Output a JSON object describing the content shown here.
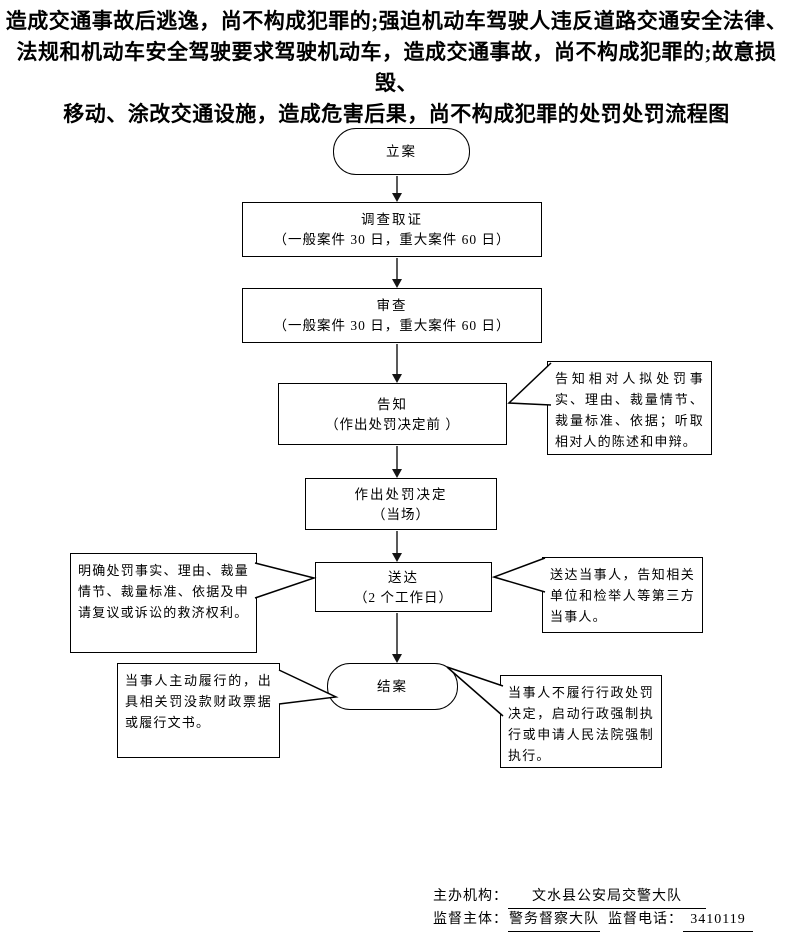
{
  "title": {
    "lines": [
      "造成交通事故后逃逸，尚不构成犯罪的;强迫机动车驾驶人违反道路交通安全法律、",
      "法规和机动车安全驾驶要求驾驶机动车，造成交通事故，尚不构成犯罪的;故意损毁、",
      "移动、涂改交通设施，造成危害后果，尚不构成犯罪的处罚处罚流程图"
    ]
  },
  "flow": {
    "nodes": [
      {
        "id": "start",
        "shape": "stadium",
        "label": "立案",
        "note": ""
      },
      {
        "id": "investigate",
        "shape": "rect",
        "label": "调查取证",
        "note": "（一般案件 30 日，重大案件 60 日）"
      },
      {
        "id": "review",
        "shape": "rect",
        "label": "审查",
        "note": "（一般案件 30 日，重大案件 60 日）"
      },
      {
        "id": "notify",
        "shape": "rect",
        "label": "告知",
        "note": "（作出处罚决定前 ）"
      },
      {
        "id": "decision",
        "shape": "rect",
        "label": "作出处罚决定",
        "note": "（当场）"
      },
      {
        "id": "deliver",
        "shape": "rect",
        "label": "送达",
        "note": "（2 个工作日）"
      },
      {
        "id": "close",
        "shape": "stadium",
        "label": "结案",
        "note": ""
      }
    ],
    "callouts": [
      {
        "id": "notify-right",
        "text": "告知相对人拟处罚事实、理由、裁量情节、裁量标准、依据；听取相对人的陈述和申辩。"
      },
      {
        "id": "deliver-left",
        "text": "明确处罚事实、理由、裁量情节、裁量标准、依据及申请复议或诉讼的救济权利。"
      },
      {
        "id": "deliver-right",
        "text": "送达当事人，告知相关单位和检举人等第三方当事人。"
      },
      {
        "id": "close-left",
        "text": "当事人主动履行的，出具相关罚没款财政票据或履行文书。"
      },
      {
        "id": "close-right",
        "text": "当事人不履行行政处罚决定，启动行政强制执行或申请人民法院强制执行。"
      }
    ]
  },
  "footer": {
    "organizer_label": "主办机构：",
    "organizer_value": "文水县公安局交警大队",
    "supervisor_label": "监督主体：",
    "supervisor_value": "警务督察大队",
    "phone_label": "监督电话：",
    "phone_value": "3410119"
  }
}
